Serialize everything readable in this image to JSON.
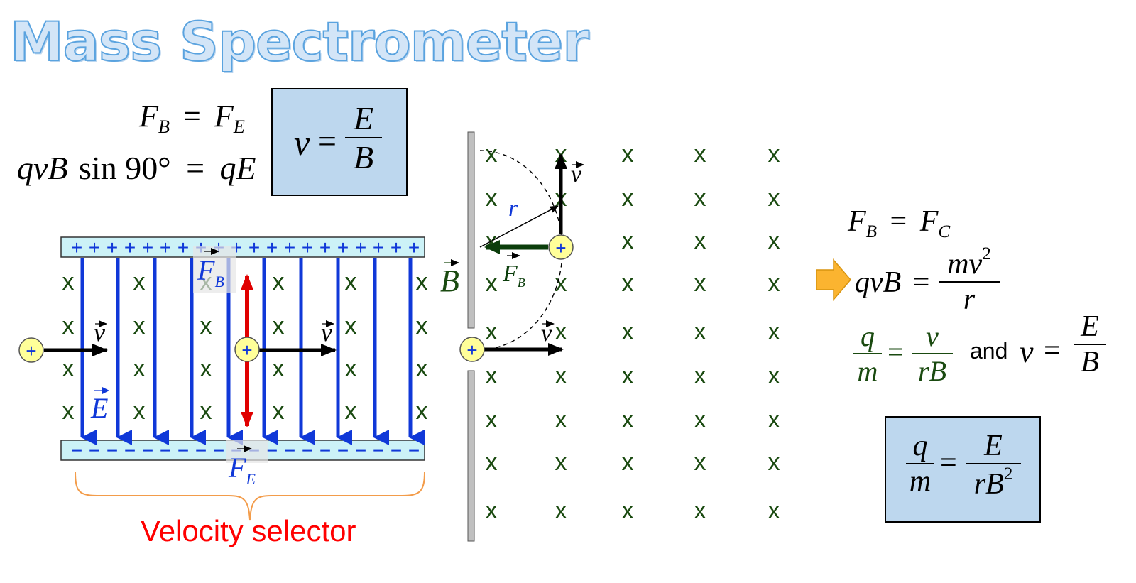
{
  "title": "Mass Spectrometer",
  "equations": {
    "fb_fe_left": "F",
    "fb_sub": "B",
    "eq_sign": "=",
    "fe_right": "F",
    "fe_sub": "E",
    "qvb_left": "qvB",
    "sin_text": "sin 90°",
    "qe_right": "qE",
    "v_symbol": "v",
    "E_sym": "E",
    "B_sym": "B",
    "fc_left": "F",
    "fc_sub_b": "B",
    "fc_right": "F",
    "fc_sub": "C",
    "qvb2": "qvB",
    "mv2_num": "mv",
    "mv2_exp": "2",
    "r_den": "r",
    "q_num": "q",
    "m_den": "m",
    "v_num": "v",
    "rb_den": "rB",
    "and_word": "and",
    "final_den": "rB",
    "final_exp": "2"
  },
  "labels": {
    "plus_sign": "+",
    "minus_sign": "−",
    "x_mark": "x",
    "v_vec": "v",
    "E_vec": "E",
    "F": "F",
    "B_sub": "B",
    "E_sub": "E",
    "B_field": "B",
    "r": "r",
    "charge": "+"
  },
  "caption": "Velocity selector",
  "colors": {
    "title_fill": "#d3e5f7",
    "title_stroke": "#5aa3df",
    "plate": "#ccf2f7",
    "field_lines": "#1038d8",
    "x_marks": "#1a4a10",
    "force_fe": "#e00000",
    "force_fb": "#0b3d0b",
    "charge_fill": "#ffff99",
    "box_fill": "#bdd7ee",
    "caption": "#ff0000",
    "arrow_orange": "#fbb430"
  }
}
